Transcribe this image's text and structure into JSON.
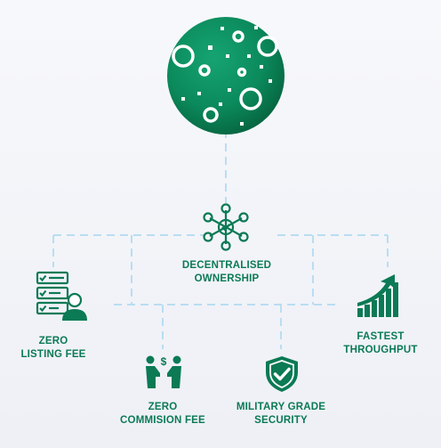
{
  "colors": {
    "brand": "#0b7a55",
    "brand_dark": "#06593d",
    "wire": "#b9ddf2"
  },
  "nodes": {
    "center": {
      "line1": "DECENTRALISED",
      "line2": "OWNERSHIP",
      "icon": "network-icon"
    },
    "listing": {
      "line1": "ZERO",
      "line2": "LISTING FEE",
      "icon": "checklist-user-icon"
    },
    "commission": {
      "line1": "ZERO",
      "line2": "COMMISION FEE",
      "icon": "handshake-money-icon"
    },
    "security": {
      "line1": "MILITARY GRADE",
      "line2": "SECURITY",
      "icon": "shield-check-icon"
    },
    "throughput": {
      "line1": "FASTEST",
      "line2": "THROUGHPUT",
      "icon": "growth-chart-icon"
    }
  },
  "globe": {
    "icon": "globe-dots-icon"
  }
}
